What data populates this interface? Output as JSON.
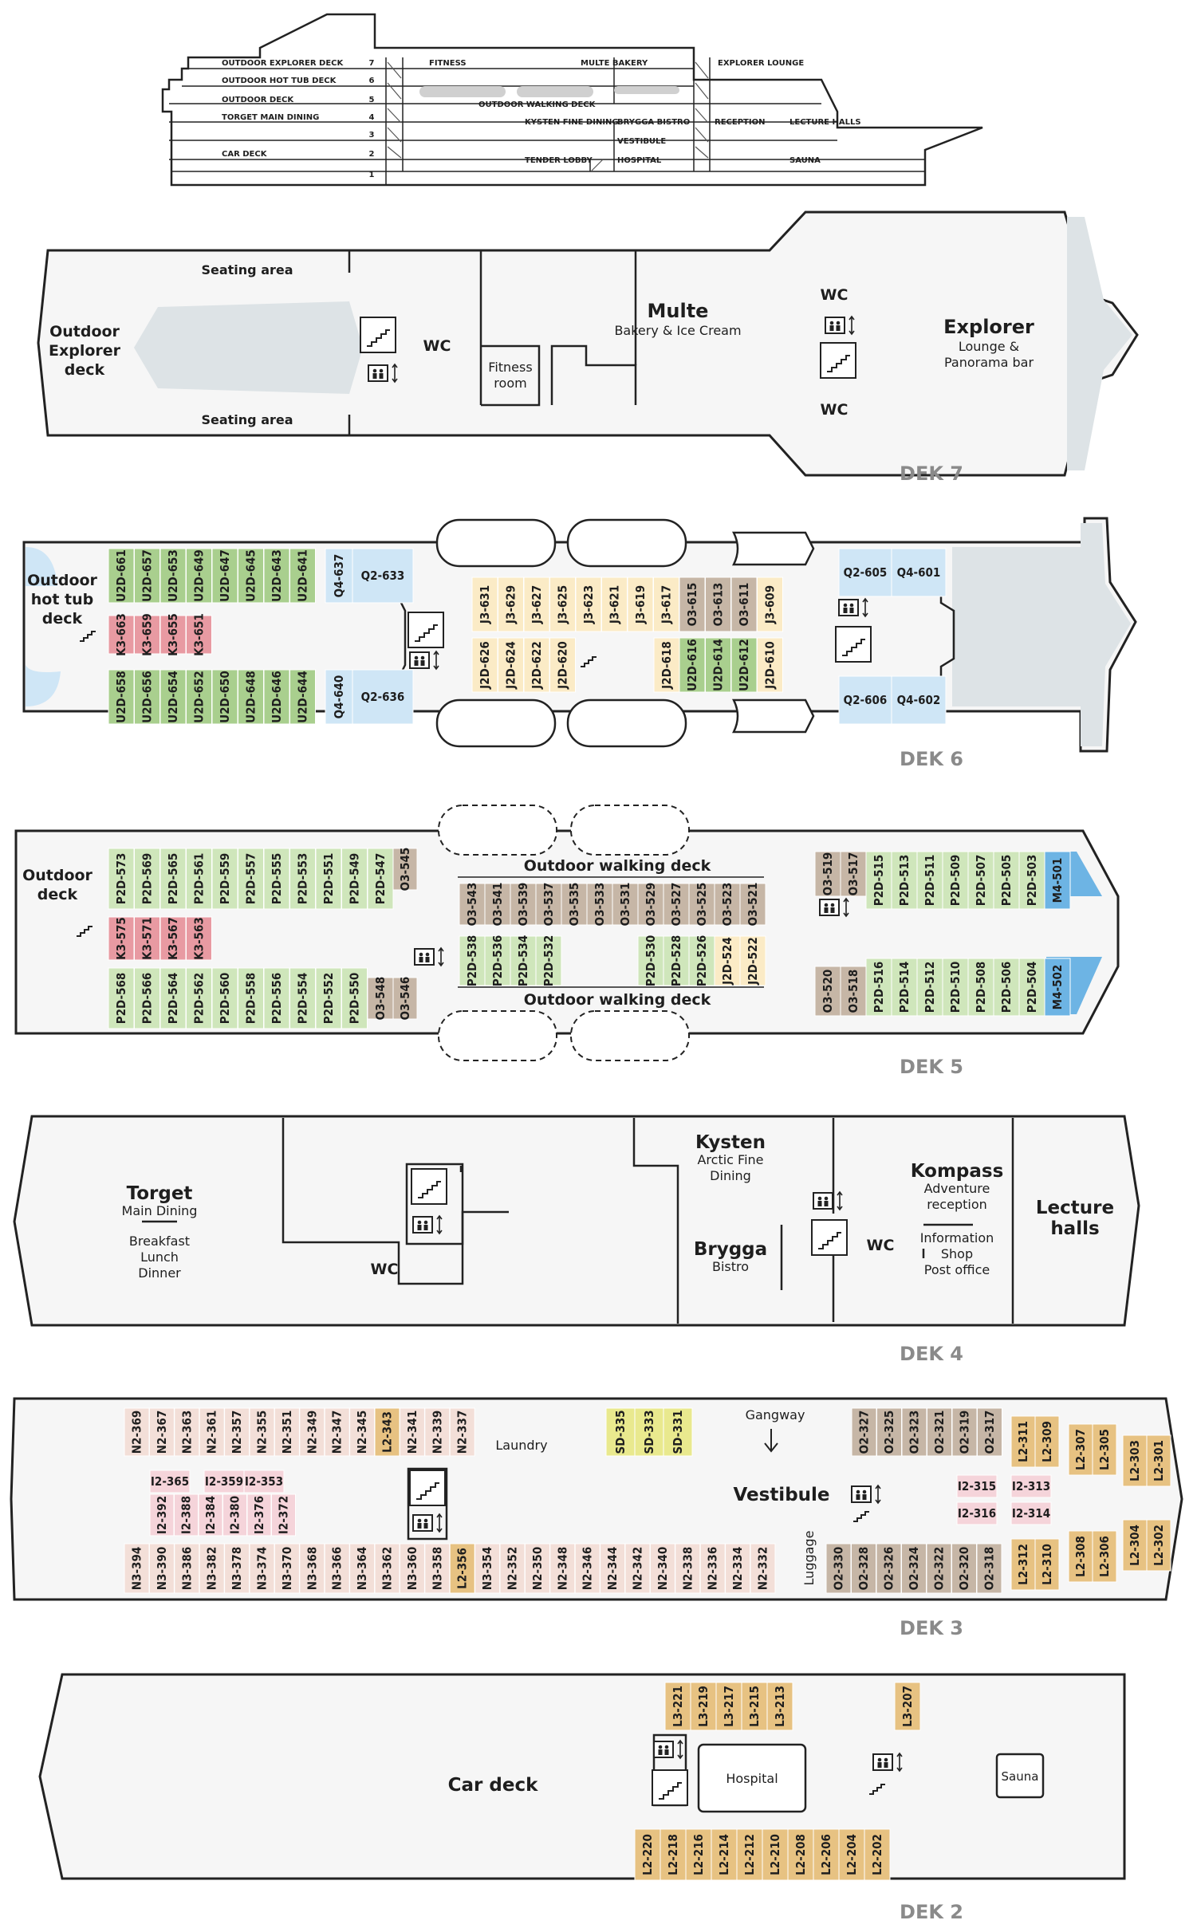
{
  "colors": {
    "U2D": "#a9cf8e",
    "P2D": "#cfe6bb",
    "J": "#fbebc6",
    "O": "#c6b6a6",
    "K3": "#e89aa2",
    "Q": "#cfe6f6",
    "M4": "#6db4e4",
    "N": "#f3dfd8",
    "I": "#f5d4da",
    "L": "#e7c282",
    "SD": "#e9e98e",
    "water": "#dde3e6"
  },
  "side_view": {
    "decks": [
      {
        "num": "7",
        "name": "OUTDOOR EXPLORER DECK"
      },
      {
        "num": "6",
        "name": "OUTDOOR HOT TUB DECK"
      },
      {
        "num": "5",
        "name": "OUTDOOR DECK"
      },
      {
        "num": "4",
        "name": "TORGET MAIN DINING"
      },
      {
        "num": "3",
        "name": ""
      },
      {
        "num": "2",
        "name": "CAR DECK"
      },
      {
        "num": "1",
        "name": ""
      }
    ],
    "labels": {
      "fitness": "FITNESS",
      "multe": "MULTE BAKERY",
      "explorer": "EXPLORER LOUNGE",
      "walking": "OUTDOOR WALKING DECK",
      "kysten": "KYSTEN FINE DINING",
      "brygga": "BRYGGA BISTRO",
      "reception": "RECEPTION",
      "lecture": "LECTURE HALLS",
      "vestibule": "VESTIBULE",
      "tender": "TENDER LOBBY",
      "hospital": "HOSPITAL",
      "sauna": "SAUNA"
    }
  },
  "deck7": {
    "label": "DEK 7",
    "seating_top": "Seating area",
    "seating_bottom": "Seating area",
    "outdoor": [
      "Outdoor",
      "Explorer",
      "deck"
    ],
    "wc_left": "WC",
    "fitness": [
      "Fitness",
      "room"
    ],
    "multe_title": "Multe",
    "multe_sub": "Bakery & Ice Cream",
    "wc_top": "WC",
    "wc_bottom": "WC",
    "explorer_title": "Explorer",
    "explorer_sub": [
      "Lounge &",
      "Panorama bar"
    ]
  },
  "deck6": {
    "label": "DEK 6",
    "outdoor": [
      "Outdoor",
      "hot tub",
      "deck"
    ],
    "cabins": [
      {
        "id": "U2D-661",
        "t": "U2D"
      },
      {
        "id": "U2D-657",
        "t": "U2D"
      },
      {
        "id": "U2D-653",
        "t": "U2D"
      },
      {
        "id": "U2D-649",
        "t": "U2D"
      },
      {
        "id": "U2D-647",
        "t": "U2D"
      },
      {
        "id": "U2D-645",
        "t": "U2D"
      },
      {
        "id": "U2D-643",
        "t": "U2D"
      },
      {
        "id": "U2D-641",
        "t": "U2D"
      },
      {
        "id": "K3-663",
        "t": "K3"
      },
      {
        "id": "K3-659",
        "t": "K3"
      },
      {
        "id": "K3-655",
        "t": "K3"
      },
      {
        "id": "K3-651",
        "t": "K3"
      },
      {
        "id": "U2D-658",
        "t": "U2D"
      },
      {
        "id": "U2D-656",
        "t": "U2D"
      },
      {
        "id": "U2D-654",
        "t": "U2D"
      },
      {
        "id": "U2D-652",
        "t": "U2D"
      },
      {
        "id": "U2D-650",
        "t": "U2D"
      },
      {
        "id": "U2D-648",
        "t": "U2D"
      },
      {
        "id": "U2D-646",
        "t": "U2D"
      },
      {
        "id": "U2D-644",
        "t": "U2D"
      },
      {
        "id": "Q4-637",
        "t": "Q"
      },
      {
        "id": "Q2-633",
        "t": "Q"
      },
      {
        "id": "Q4-640",
        "t": "Q"
      },
      {
        "id": "Q2-636",
        "t": "Q"
      },
      {
        "id": "J3-631",
        "t": "J"
      },
      {
        "id": "J3-629",
        "t": "J"
      },
      {
        "id": "J3-627",
        "t": "J"
      },
      {
        "id": "J3-625",
        "t": "J"
      },
      {
        "id": "J3-623",
        "t": "J"
      },
      {
        "id": "J3-621",
        "t": "J"
      },
      {
        "id": "J3-619",
        "t": "J"
      },
      {
        "id": "J3-617",
        "t": "J"
      },
      {
        "id": "O3-615",
        "t": "O"
      },
      {
        "id": "O3-613",
        "t": "O"
      },
      {
        "id": "O3-611",
        "t": "O"
      },
      {
        "id": "J3-609",
        "t": "J"
      },
      {
        "id": "J2D-626",
        "t": "J"
      },
      {
        "id": "J2D-624",
        "t": "J"
      },
      {
        "id": "J2D-622",
        "t": "J"
      },
      {
        "id": "J2D-620",
        "t": "J"
      },
      {
        "id": "J2D-618",
        "t": "J"
      },
      {
        "id": "U2D-616",
        "t": "U2D"
      },
      {
        "id": "U2D-614",
        "t": "U2D"
      },
      {
        "id": "U2D-612",
        "t": "U2D"
      },
      {
        "id": "J2D-610",
        "t": "J"
      },
      {
        "id": "Q2-605",
        "t": "Q"
      },
      {
        "id": "Q4-601",
        "t": "Q"
      },
      {
        "id": "Q2-606",
        "t": "Q"
      },
      {
        "id": "Q4-602",
        "t": "Q"
      }
    ]
  },
  "deck5": {
    "label": "DEK 5",
    "outdoor": [
      "Outdoor",
      "deck"
    ],
    "walking_top": "Outdoor walking deck",
    "walking_bottom": "Outdoor walking deck",
    "cabins": [
      {
        "id": "P2D-573",
        "t": "P2D"
      },
      {
        "id": "P2D-569",
        "t": "P2D"
      },
      {
        "id": "P2D-565",
        "t": "P2D"
      },
      {
        "id": "P2D-561",
        "t": "P2D"
      },
      {
        "id": "P2D-559",
        "t": "P2D"
      },
      {
        "id": "P2D-557",
        "t": "P2D"
      },
      {
        "id": "P2D-555",
        "t": "P2D"
      },
      {
        "id": "P2D-553",
        "t": "P2D"
      },
      {
        "id": "P2D-551",
        "t": "P2D"
      },
      {
        "id": "P2D-549",
        "t": "P2D"
      },
      {
        "id": "P2D-547",
        "t": "P2D"
      },
      {
        "id": "O3-545",
        "t": "O"
      },
      {
        "id": "K3-575",
        "t": "K3"
      },
      {
        "id": "K3-571",
        "t": "K3"
      },
      {
        "id": "K3-567",
        "t": "K3"
      },
      {
        "id": "K3-563",
        "t": "K3"
      },
      {
        "id": "P2D-568",
        "t": "P2D"
      },
      {
        "id": "P2D-566",
        "t": "P2D"
      },
      {
        "id": "P2D-564",
        "t": "P2D"
      },
      {
        "id": "P2D-562",
        "t": "P2D"
      },
      {
        "id": "P2D-560",
        "t": "P2D"
      },
      {
        "id": "P2D-558",
        "t": "P2D"
      },
      {
        "id": "P2D-556",
        "t": "P2D"
      },
      {
        "id": "P2D-554",
        "t": "P2D"
      },
      {
        "id": "P2D-552",
        "t": "P2D"
      },
      {
        "id": "P2D-550",
        "t": "P2D"
      },
      {
        "id": "O3-548",
        "t": "O"
      },
      {
        "id": "O3-546",
        "t": "O"
      },
      {
        "id": "O3-543",
        "t": "O"
      },
      {
        "id": "O3-541",
        "t": "O"
      },
      {
        "id": "O3-539",
        "t": "O"
      },
      {
        "id": "O3-537",
        "t": "O"
      },
      {
        "id": "O3-535",
        "t": "O"
      },
      {
        "id": "O3-533",
        "t": "O"
      },
      {
        "id": "O3-531",
        "t": "O"
      },
      {
        "id": "O3-529",
        "t": "O"
      },
      {
        "id": "O3-527",
        "t": "O"
      },
      {
        "id": "O3-525",
        "t": "O"
      },
      {
        "id": "O3-523",
        "t": "O"
      },
      {
        "id": "O3-521",
        "t": "O"
      },
      {
        "id": "P2D-538",
        "t": "P2D"
      },
      {
        "id": "P2D-536",
        "t": "P2D"
      },
      {
        "id": "P2D-534",
        "t": "P2D"
      },
      {
        "id": "P2D-532",
        "t": "P2D"
      },
      {
        "id": "P2D-530",
        "t": "P2D"
      },
      {
        "id": "P2D-528",
        "t": "P2D"
      },
      {
        "id": "P2D-526",
        "t": "P2D"
      },
      {
        "id": "J2D-524",
        "t": "J"
      },
      {
        "id": "J2D-522",
        "t": "J"
      },
      {
        "id": "O3-519",
        "t": "O"
      },
      {
        "id": "O3-517",
        "t": "O"
      },
      {
        "id": "P2D-515",
        "t": "P2D"
      },
      {
        "id": "P2D-513",
        "t": "P2D"
      },
      {
        "id": "P2D-511",
        "t": "P2D"
      },
      {
        "id": "P2D-509",
        "t": "P2D"
      },
      {
        "id": "P2D-507",
        "t": "P2D"
      },
      {
        "id": "P2D-505",
        "t": "P2D"
      },
      {
        "id": "P2D-503",
        "t": "P2D"
      },
      {
        "id": "M4-501",
        "t": "M4"
      },
      {
        "id": "O3-520",
        "t": "O"
      },
      {
        "id": "O3-518",
        "t": "O"
      },
      {
        "id": "P2D-516",
        "t": "P2D"
      },
      {
        "id": "P2D-514",
        "t": "P2D"
      },
      {
        "id": "P2D-512",
        "t": "P2D"
      },
      {
        "id": "P2D-510",
        "t": "P2D"
      },
      {
        "id": "P2D-508",
        "t": "P2D"
      },
      {
        "id": "P2D-506",
        "t": "P2D"
      },
      {
        "id": "P2D-504",
        "t": "P2D"
      },
      {
        "id": "M4-502",
        "t": "M4"
      }
    ]
  },
  "deck4": {
    "label": "DEK 4",
    "torget_title": "Torget",
    "torget_sub": "Main Dining",
    "torget_meals": [
      "Breakfast",
      "Lunch",
      "Dinner"
    ],
    "wc_left": "WC",
    "kysten_title": "Kysten",
    "kysten_sub": [
      "Arctic Fine",
      "Dining"
    ],
    "brygga_title": "Brygga",
    "brygga_sub": "Bistro",
    "wc_right": "WC",
    "kompass_title": "Kompass",
    "kompass_sub": [
      "Adventure",
      "reception"
    ],
    "kompass_info": [
      "Information",
      "Shop",
      "Post office"
    ],
    "lecture": [
      "Lecture",
      "halls"
    ]
  },
  "deck3": {
    "label": "DEK 3",
    "laundry": "Laundry",
    "gangway": "Gangway",
    "vestibule": "Vestibule",
    "luggage": "Luggage",
    "cabins": [
      {
        "id": "N2-369",
        "t": "N"
      },
      {
        "id": "N2-367",
        "t": "N"
      },
      {
        "id": "N2-363",
        "t": "N"
      },
      {
        "id": "N2-361",
        "t": "N"
      },
      {
        "id": "N2-357",
        "t": "N"
      },
      {
        "id": "N2-355",
        "t": "N"
      },
      {
        "id": "N2-351",
        "t": "N"
      },
      {
        "id": "N2-349",
        "t": "N"
      },
      {
        "id": "N2-347",
        "t": "N"
      },
      {
        "id": "N2-345",
        "t": "N"
      },
      {
        "id": "L2-343",
        "t": "L"
      },
      {
        "id": "N2-341",
        "t": "N"
      },
      {
        "id": "N2-339",
        "t": "N"
      },
      {
        "id": "N2-337",
        "t": "N"
      },
      {
        "id": "SD-335",
        "t": "SD"
      },
      {
        "id": "SD-333",
        "t": "SD"
      },
      {
        "id": "SD-331",
        "t": "SD"
      },
      {
        "id": "O2-327",
        "t": "O"
      },
      {
        "id": "O2-325",
        "t": "O"
      },
      {
        "id": "O2-323",
        "t": "O"
      },
      {
        "id": "O2-321",
        "t": "O"
      },
      {
        "id": "O2-319",
        "t": "O"
      },
      {
        "id": "O2-317",
        "t": "O"
      },
      {
        "id": "L2-311",
        "t": "L"
      },
      {
        "id": "L2-309",
        "t": "L"
      },
      {
        "id": "L2-307",
        "t": "L"
      },
      {
        "id": "L2-305",
        "t": "L"
      },
      {
        "id": "L2-303",
        "t": "L"
      },
      {
        "id": "L2-301",
        "t": "L"
      },
      {
        "id": "I2-365",
        "t": "I"
      },
      {
        "id": "I2-359",
        "t": "I"
      },
      {
        "id": "I2-353",
        "t": "I"
      },
      {
        "id": "I2-392",
        "t": "I"
      },
      {
        "id": "I2-388",
        "t": "I"
      },
      {
        "id": "I2-384",
        "t": "I"
      },
      {
        "id": "I2-380",
        "t": "I"
      },
      {
        "id": "I2-376",
        "t": "I"
      },
      {
        "id": "I2-372",
        "t": "I"
      },
      {
        "id": "I2-315",
        "t": "I"
      },
      {
        "id": "I2-313",
        "t": "I"
      },
      {
        "id": "I2-316",
        "t": "I"
      },
      {
        "id": "I2-314",
        "t": "I"
      },
      {
        "id": "N3-394",
        "t": "N"
      },
      {
        "id": "N3-390",
        "t": "N"
      },
      {
        "id": "N3-386",
        "t": "N"
      },
      {
        "id": "N3-382",
        "t": "N"
      },
      {
        "id": "N3-378",
        "t": "N"
      },
      {
        "id": "N3-374",
        "t": "N"
      },
      {
        "id": "N3-370",
        "t": "N"
      },
      {
        "id": "N3-368",
        "t": "N"
      },
      {
        "id": "N3-366",
        "t": "N"
      },
      {
        "id": "N3-364",
        "t": "N"
      },
      {
        "id": "N3-362",
        "t": "N"
      },
      {
        "id": "N3-360",
        "t": "N"
      },
      {
        "id": "N3-358",
        "t": "N"
      },
      {
        "id": "L2-356",
        "t": "L"
      },
      {
        "id": "N3-354",
        "t": "N"
      },
      {
        "id": "N2-352",
        "t": "N"
      },
      {
        "id": "N2-350",
        "t": "N"
      },
      {
        "id": "N2-348",
        "t": "N"
      },
      {
        "id": "N2-346",
        "t": "N"
      },
      {
        "id": "N2-344",
        "t": "N"
      },
      {
        "id": "N2-342",
        "t": "N"
      },
      {
        "id": "N2-340",
        "t": "N"
      },
      {
        "id": "N2-338",
        "t": "N"
      },
      {
        "id": "N2-336",
        "t": "N"
      },
      {
        "id": "N2-334",
        "t": "N"
      },
      {
        "id": "N2-332",
        "t": "N"
      },
      {
        "id": "O2-330",
        "t": "O"
      },
      {
        "id": "O2-328",
        "t": "O"
      },
      {
        "id": "O2-326",
        "t": "O"
      },
      {
        "id": "O2-324",
        "t": "O"
      },
      {
        "id": "O2-322",
        "t": "O"
      },
      {
        "id": "O2-320",
        "t": "O"
      },
      {
        "id": "O2-318",
        "t": "O"
      },
      {
        "id": "L2-312",
        "t": "L"
      },
      {
        "id": "L2-310",
        "t": "L"
      },
      {
        "id": "L2-308",
        "t": "L"
      },
      {
        "id": "L2-306",
        "t": "L"
      },
      {
        "id": "L2-304",
        "t": "L"
      },
      {
        "id": "L2-302",
        "t": "L"
      }
    ]
  },
  "deck2": {
    "label": "DEK 2",
    "car_deck": "Car deck",
    "hospital": "Hospital",
    "sauna": "Sauna",
    "cabins": [
      {
        "id": "L3-221",
        "t": "L"
      },
      {
        "id": "L3-219",
        "t": "L"
      },
      {
        "id": "L3-217",
        "t": "L"
      },
      {
        "id": "L3-215",
        "t": "L"
      },
      {
        "id": "L3-213",
        "t": "L"
      },
      {
        "id": "L3-207",
        "t": "L"
      },
      {
        "id": "L2-220",
        "t": "L"
      },
      {
        "id": "L2-218",
        "t": "L"
      },
      {
        "id": "L2-216",
        "t": "L"
      },
      {
        "id": "L2-214",
        "t": "L"
      },
      {
        "id": "L2-212",
        "t": "L"
      },
      {
        "id": "L2-210",
        "t": "L"
      },
      {
        "id": "L2-208",
        "t": "L"
      },
      {
        "id": "L2-206",
        "t": "L"
      },
      {
        "id": "L2-204",
        "t": "L"
      },
      {
        "id": "L2-202",
        "t": "L"
      }
    ]
  }
}
